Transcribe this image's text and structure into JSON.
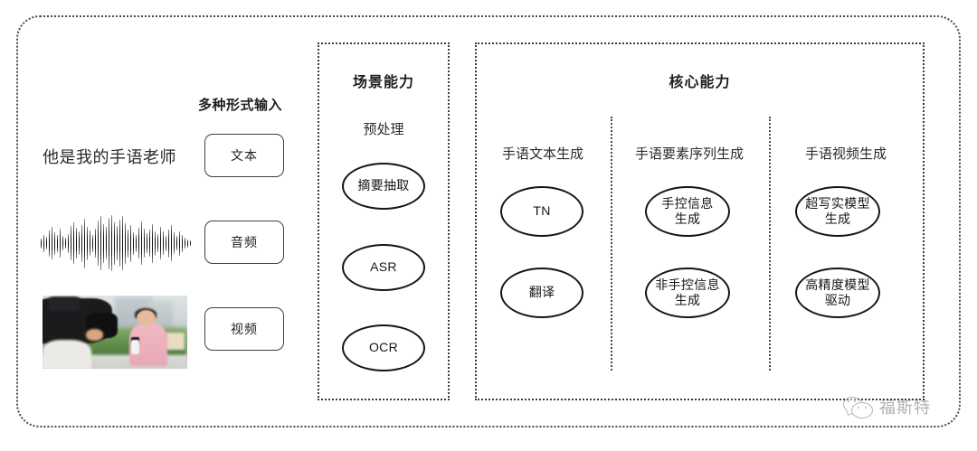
{
  "diagram": {
    "outer_frame_style": "dotted-rounded",
    "border_color": "#4a4a4a"
  },
  "input_section": {
    "heading": "多种形式输入",
    "sample_text": "他是我的手语老师",
    "media": {
      "waveform_name": "audio-waveform",
      "photo_name": "camera-reporter-photo"
    },
    "pills": [
      {
        "label": "文本"
      },
      {
        "label": "音频"
      },
      {
        "label": "视频"
      }
    ]
  },
  "scene_panel": {
    "title": "场景能力",
    "columns": [
      {
        "label": "预处理",
        "nodes": [
          {
            "lines": [
              "摘要抽取"
            ]
          },
          {
            "lines": [
              "ASR"
            ]
          },
          {
            "lines": [
              "OCR"
            ]
          }
        ]
      }
    ]
  },
  "core_panel": {
    "title": "核心能力",
    "columns": [
      {
        "label": "手语文本生成",
        "nodes": [
          {
            "lines": [
              "TN"
            ]
          },
          {
            "lines": [
              "翻译"
            ]
          }
        ]
      },
      {
        "label": "手语要素序列生成",
        "nodes": [
          {
            "lines": [
              "手控信息",
              "生成"
            ]
          },
          {
            "lines": [
              "非手控信息",
              "生成"
            ]
          }
        ]
      },
      {
        "label": "手语视频生成",
        "nodes": [
          {
            "lines": [
              "超写实模型",
              "生成"
            ]
          },
          {
            "lines": [
              "高精度模型",
              "驱动"
            ]
          }
        ]
      }
    ]
  },
  "watermark": {
    "text": "福斯特",
    "icon": "wechat-bubbles-icon"
  }
}
